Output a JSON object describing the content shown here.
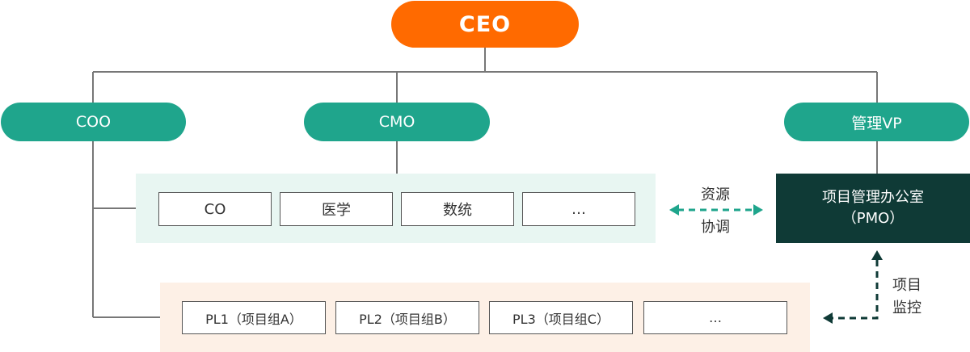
{
  "colors": {
    "ceo": "#ff6a00",
    "exec": "#1fa58c",
    "pmo": "#0f3a36",
    "dept_panel": "#e8f6f2",
    "pl_panel": "#fdf0e6",
    "connector": "#777777",
    "dashed_arrow": "#1fa58c",
    "dashed_arrow_dark": "#0f3a36"
  },
  "ceo": {
    "label": "CEO"
  },
  "executives": {
    "coo": "COO",
    "cmo": "CMO",
    "vp": "管理VP"
  },
  "departments": [
    "CO",
    "医学",
    "数统",
    "…"
  ],
  "project_groups": [
    "PL1（项目组A）",
    "PL2（项目组B）",
    "PL3（项目组C）",
    "…"
  ],
  "pmo": {
    "line1": "项目管理办公室",
    "line2": "（PMO）"
  },
  "arrows": {
    "coordination": {
      "line1": "资源",
      "line2": "协调"
    },
    "monitoring": {
      "line1": "项目",
      "line2": "监控"
    }
  }
}
